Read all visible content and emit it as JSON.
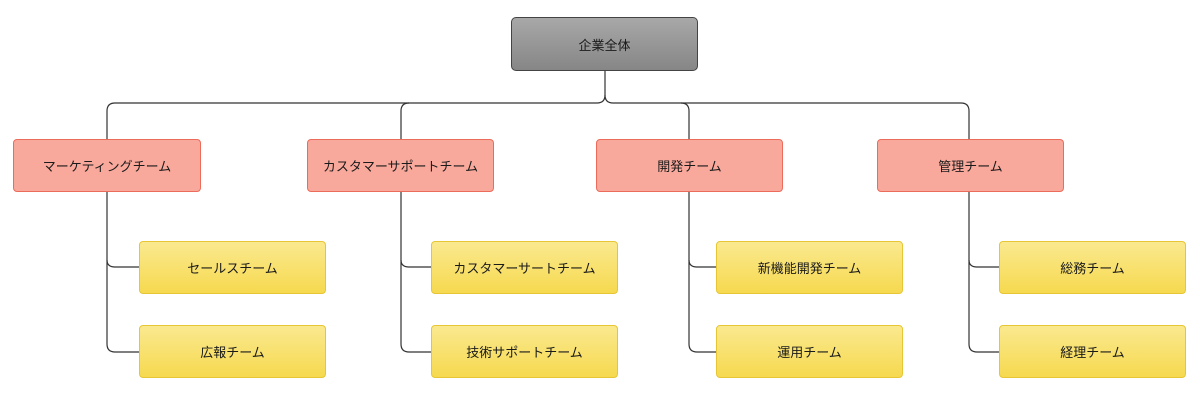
{
  "root": {
    "label": "企業全体"
  },
  "teams": [
    {
      "label": "マーケティングチーム",
      "children": [
        {
          "label": "セールスチーム"
        },
        {
          "label": "広報チーム"
        }
      ]
    },
    {
      "label": "カスタマーサポートチーム",
      "children": [
        {
          "label": "カスタマーサートチーム"
        },
        {
          "label": "技術サポートチーム"
        }
      ]
    },
    {
      "label": "開発チーム",
      "children": [
        {
          "label": "新機能開発チーム"
        },
        {
          "label": "運用チーム"
        }
      ]
    },
    {
      "label": "管理チーム",
      "children": [
        {
          "label": "総務チーム"
        },
        {
          "label": "経理チーム"
        }
      ]
    }
  ],
  "colors": {
    "root_fill": "#969696",
    "team_fill": "#f9a99c",
    "team_border": "#ec6b5a",
    "sub_fill": "#f8e170",
    "sub_border": "#e7c635",
    "connector": "#333333"
  }
}
